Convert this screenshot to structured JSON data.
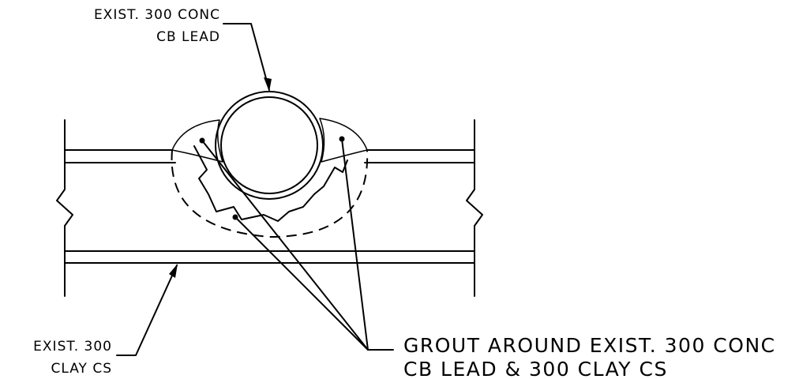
{
  "labels": {
    "pipe_top_line1": "EXIST. 300 CONC",
    "pipe_top_line2": "CB LEAD",
    "clay_line1": "EXIST. 300",
    "clay_line2": "CLAY CS",
    "grout_line1": "GROUT AROUND EXIST. 300 CONC",
    "grout_line2": "CB LEAD & 300 CLAY CS"
  }
}
